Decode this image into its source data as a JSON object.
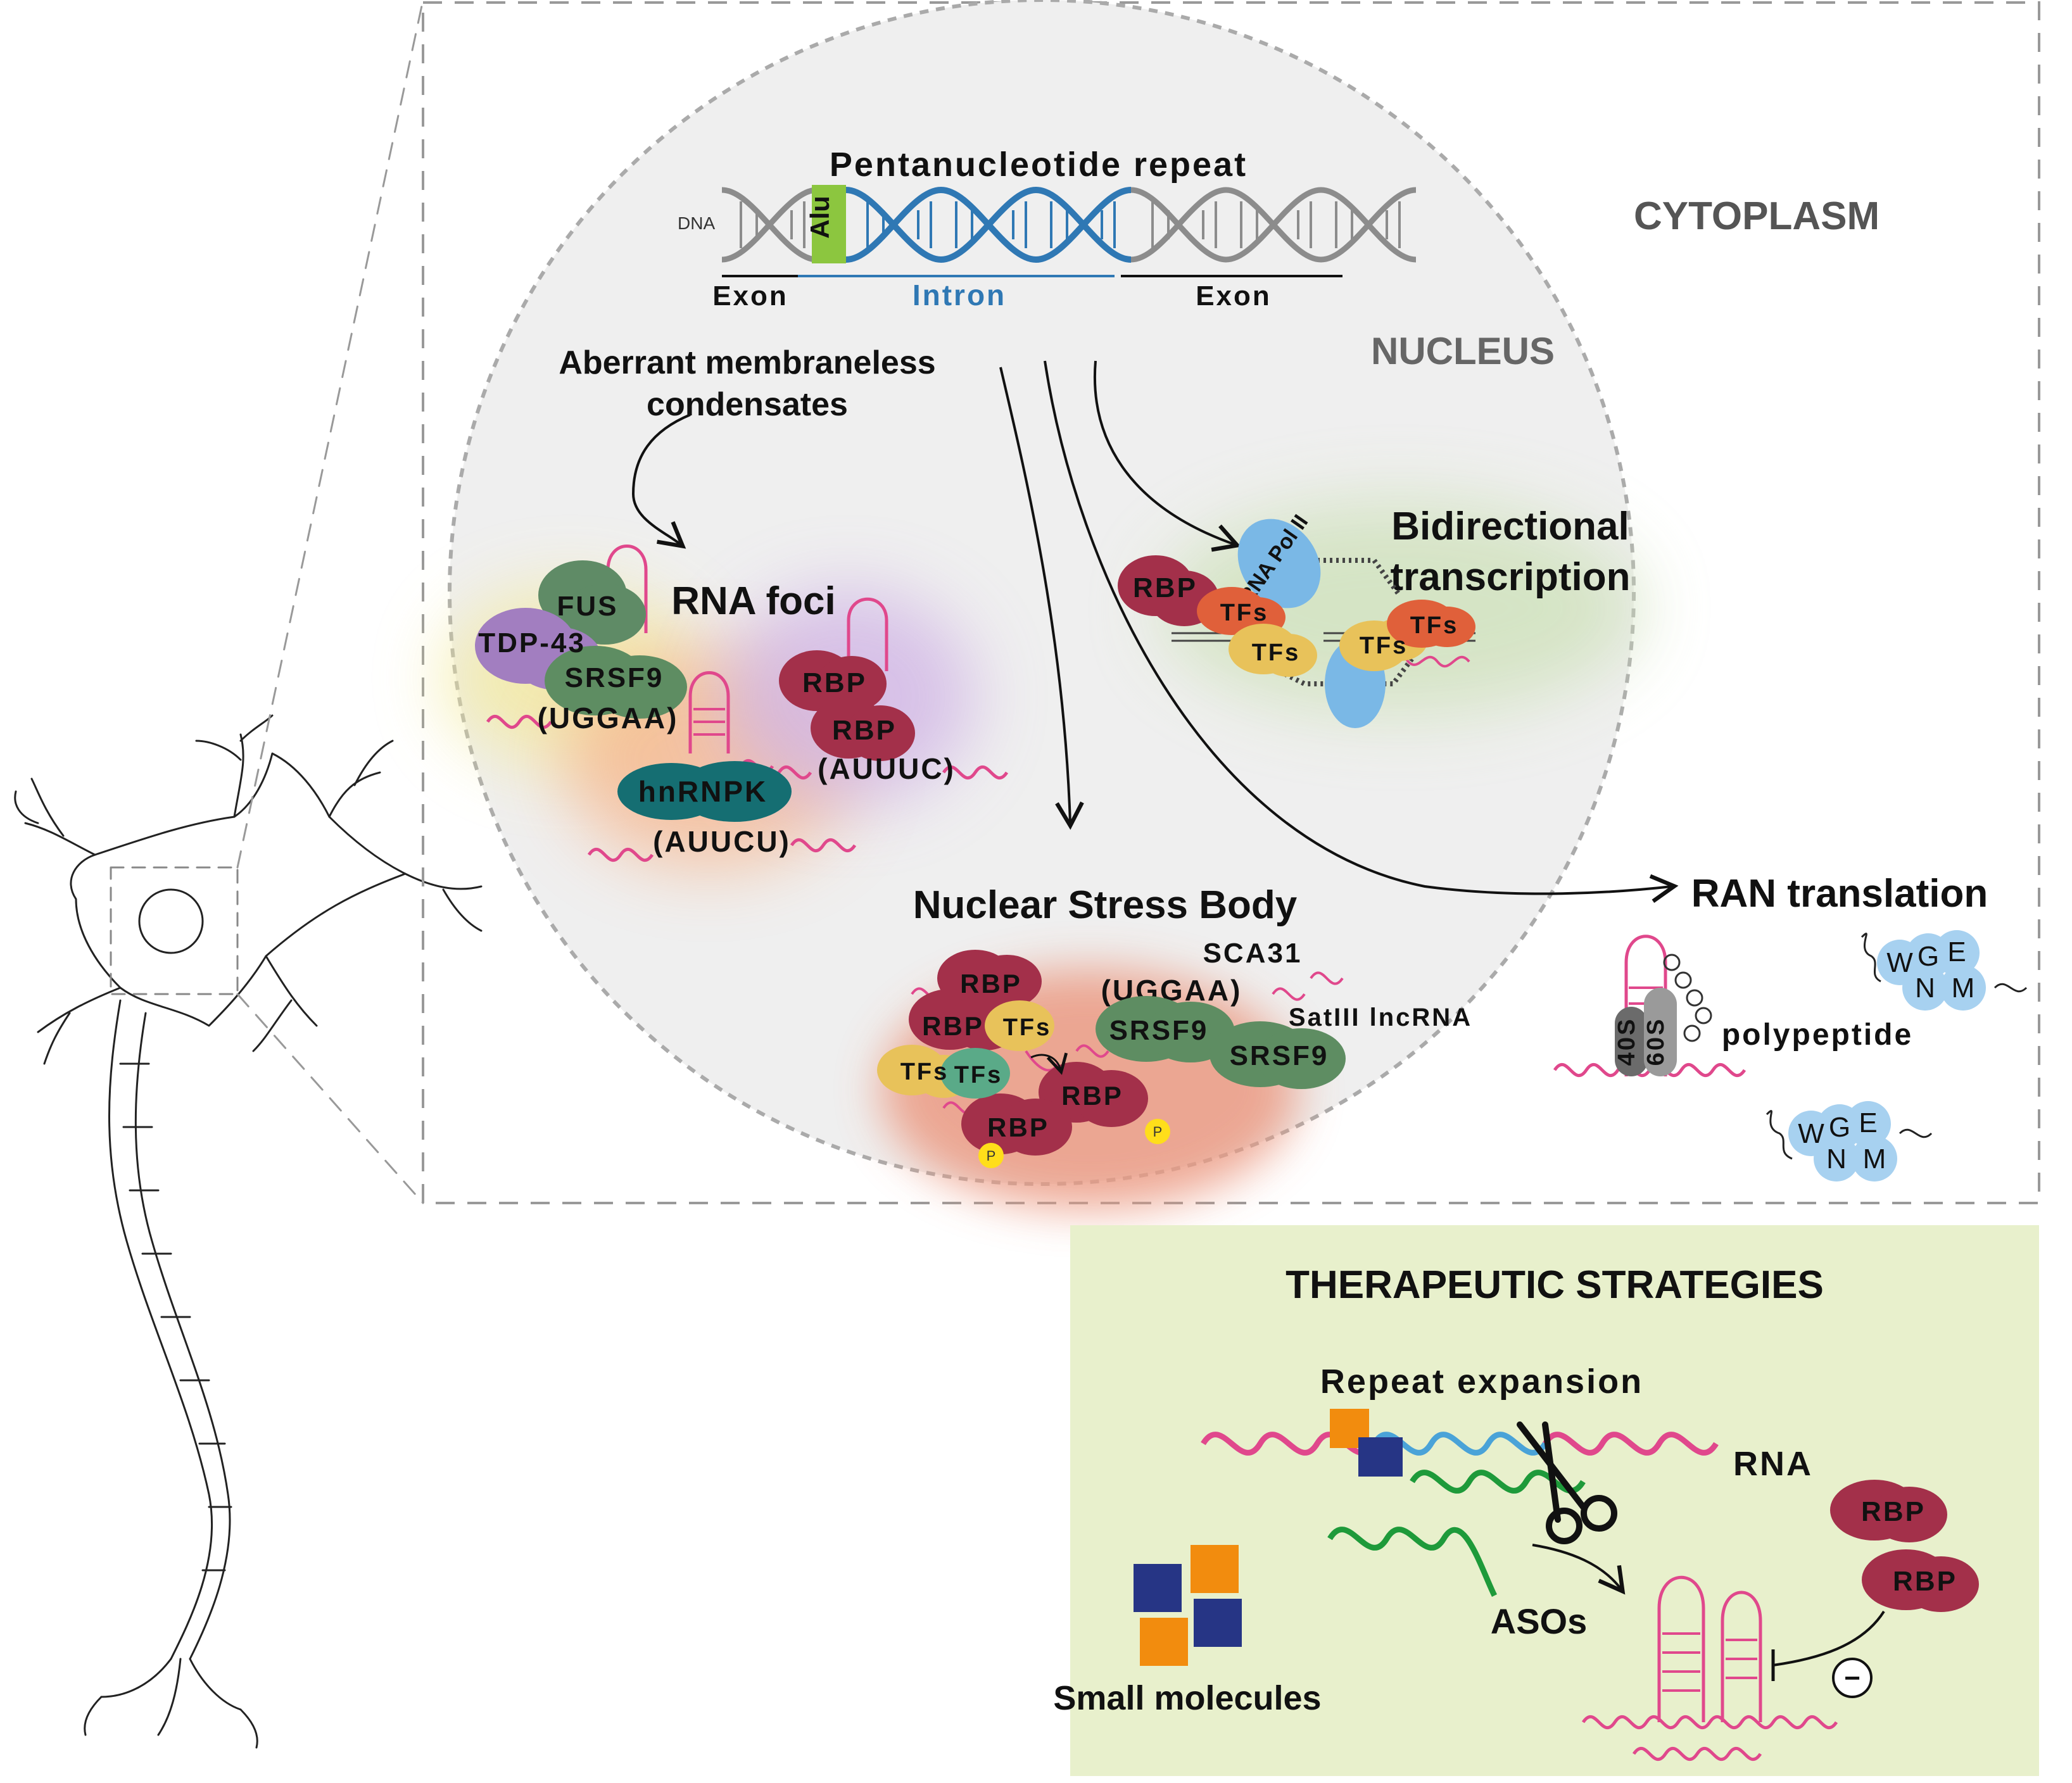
{
  "dna": {
    "title": "Pentanucleotide repeat",
    "dna_label": "DNA",
    "alu": "Alu",
    "exon_left": "Exon",
    "intron": "Intron",
    "exon_right": "Exon"
  },
  "regions": {
    "cytoplasm": "CYTOPLASM",
    "nucleus": "NUCLEUS"
  },
  "condensates": {
    "line1": "Aberrant membraneless",
    "line2": "condensates"
  },
  "rna_foci": {
    "title": "RNA foci",
    "fus": "FUS",
    "tdp43": "TDP-43",
    "srsf9": "SRSF9",
    "uggaa": "(UGGAA)",
    "rbp1": "RBP",
    "rbp2": "RBP",
    "auuuc": "(AUUUC)",
    "hnrnpk": "hnRNPK",
    "auucu": "(AUUCU)"
  },
  "bidirectional": {
    "line1": "Bidirectional",
    "line2": "transcription",
    "rbp": "RBP",
    "pol": "RNA Pol II",
    "tfs1": "TFs",
    "tfs2": "TFs",
    "tfs3": "TFs",
    "tfs4": "TFs"
  },
  "stress_body": {
    "title": "Nuclear Stress Body",
    "sca31": "SCA31",
    "uggaa": "(UGGAA)",
    "satiii": "SatIII lncRNA",
    "rbp1": "RBP",
    "rbp2": "RBP",
    "rbp3": "RBP",
    "rbp4": "RBP",
    "tfs1": "TFs",
    "tfs2": "TFs",
    "tfs3": "TFs",
    "srsf9_1": "SRSF9",
    "srsf9_2": "SRSF9",
    "p1": "P",
    "p2": "P"
  },
  "ran": {
    "title": "RAN translation",
    "s40": "40S",
    "s60": "60S",
    "polypeptide": "polypeptide",
    "pep1": [
      "W",
      "G",
      "E",
      "N",
      "M"
    ],
    "pep2": [
      "W",
      "G",
      "E",
      "N",
      "M"
    ]
  },
  "therapy": {
    "title": "THERAPEUTIC STRATEGIES",
    "repeat_expansion": "Repeat expansion",
    "rna": "RNA",
    "asos": "ASOs",
    "small_molecules": "Small molecules",
    "rbp1": "RBP",
    "rbp2": "RBP",
    "minus": "−"
  },
  "colors": {
    "nucleus_fill": "#efefef",
    "dna_gray": "#8c8c8c",
    "dna_blue": "#2f78b4",
    "alu_green": "#8cc63f",
    "rbp": "#a3304a",
    "tfs_yellow": "#e8c25a",
    "tfs_red": "#e0603a",
    "srsf9": "#5e8d62",
    "hnrnpk": "#156e72",
    "fus": "#5f8b66",
    "tdp43": "#a27ec0",
    "pol2": "#7ab8e6",
    "rna_pink": "#e0488c",
    "aso_green": "#1e9a3a",
    "repeat_blue": "#4aa3d8",
    "orange_square": "#f28c0e",
    "navy_square": "#263585",
    "therapy_bg": "#e8f0cc"
  }
}
